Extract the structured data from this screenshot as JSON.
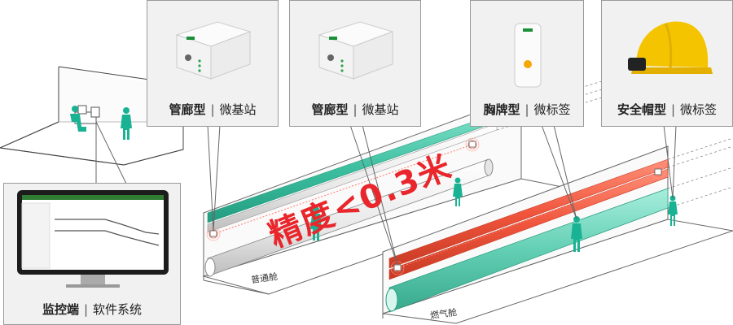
{
  "devices": [
    {
      "type_label": "管廊型",
      "role_label": "微基站"
    },
    {
      "type_label": "管廊型",
      "role_label": "微基站"
    },
    {
      "type_label": "胸牌型",
      "role_label": "微标签"
    },
    {
      "type_label": "安全帽型",
      "role_label": "微标签"
    }
  ],
  "monitor": {
    "type_label": "监控端",
    "role_label": "软件系统"
  },
  "corridors": {
    "left_name": "普通舱",
    "right_name": "燃气舱"
  },
  "accuracy_text": "精度<0.3米",
  "separator": "|",
  "colors": {
    "teal_pipe": "#3dbfa0",
    "red_pipe": "#f0553c",
    "accuracy_red": "#e8262b",
    "human": "#19b394",
    "helmet": "#f5c400"
  }
}
